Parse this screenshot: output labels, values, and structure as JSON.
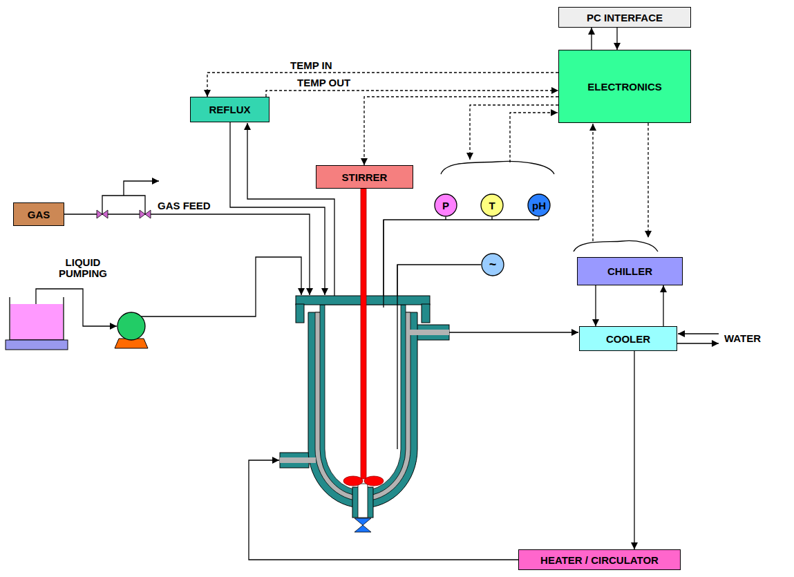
{
  "diagram": {
    "nodes": [
      {
        "text": [
          "PC INTERFACE"
        ]
      },
      {
        "text": [
          "ELECTRONICS"
        ]
      },
      {
        "text": [
          "REFLUX"
        ]
      },
      {
        "text": [
          "STIRRER"
        ]
      },
      {
        "text": [
          "GAS"
        ]
      },
      {
        "text": [
          "P"
        ]
      },
      {
        "text": [
          "T"
        ]
      },
      {
        "text": [
          "pH"
        ]
      },
      {
        "text": [
          "~"
        ]
      },
      {
        "text": [
          "CHILLER"
        ]
      },
      {
        "text": [
          "COOLER"
        ]
      },
      {
        "text": [
          "HEATER / CIRCULATOR"
        ]
      }
    ],
    "edges": [
      {
        "from": 1,
        "to": 0,
        "arrow": "to"
      },
      {
        "from": 0,
        "to": 1,
        "arrow": "to"
      },
      {
        "from": 1,
        "to": 2,
        "arrow": "to"
      },
      {
        "from": 2,
        "to": 1,
        "arrow": "to"
      },
      {
        "from": 1,
        "to": 3,
        "arrow": "to"
      },
      {
        "from": 9,
        "to": 10,
        "arrow": "to"
      },
      {
        "from": 10,
        "to": 9,
        "arrow": "to"
      },
      {
        "from": 10,
        "to": 11,
        "arrow": "to"
      }
    ],
    "labels": [
      "TEMP IN",
      "TEMP OUT",
      "GAS FEED",
      "LIQUID PUMPING",
      "WATER"
    ]
  }
}
